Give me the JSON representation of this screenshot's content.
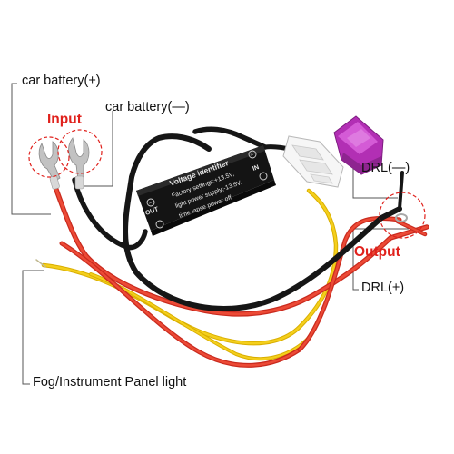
{
  "labels": {
    "car_battery_pos": "car battery(+)",
    "car_battery_neg": "car battery(—)",
    "input": "Input",
    "output": "Output",
    "drl_neg": "DRL(—)",
    "drl_pos": "DRL(+)",
    "fog_light": "Fog/Instrument Panel light"
  },
  "module": {
    "title": "Voltage identifier",
    "line1": "Factory settings:+13.5V,",
    "line2": "light power supply;-13.5V,",
    "line3": "time-lapse power off",
    "out_label": "OUT",
    "in_label": "IN",
    "minus_sign": "−",
    "plus_sign": "+"
  },
  "colors": {
    "label_red": "#e0211c",
    "wire_red": "#e23a2a",
    "wire_black": "#1a1a1a",
    "wire_yellow": "#f2c200",
    "fuse_magenta": "#c33bc4",
    "callout_circle": "#e0211c"
  }
}
